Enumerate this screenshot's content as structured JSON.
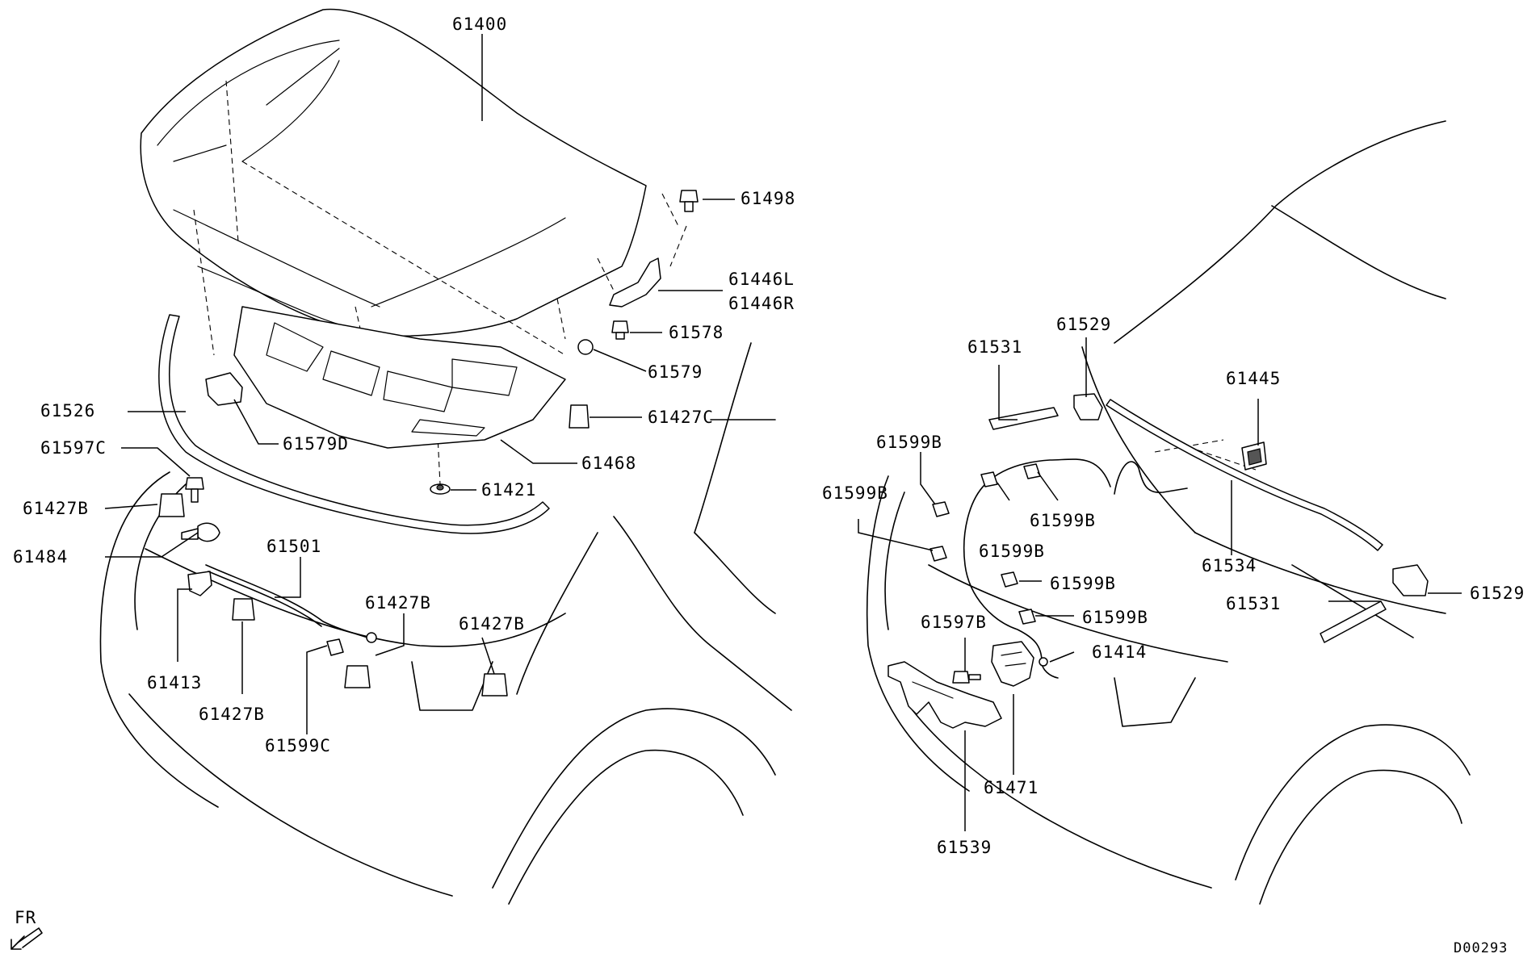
{
  "labels": {
    "p61400": "61400",
    "p61498": "61498",
    "p61446L": "61446L",
    "p61446R": "61446R",
    "p61578": "61578",
    "p61579": "61579",
    "p61427C": "61427C",
    "p61468": "61468",
    "p61421": "61421",
    "p61526": "61526",
    "p61579D": "61579D",
    "p61597C": "61597C",
    "p61427B_a": "61427B",
    "p61484": "61484",
    "p61501": "61501",
    "p61427B_b": "61427B",
    "p61427B_c": "61427B",
    "p61413": "61413",
    "p61427B_d": "61427B",
    "p61599C": "61599C",
    "p61531_a": "61531",
    "p61529_a": "61529",
    "p61445": "61445",
    "p61599B_a": "61599B",
    "p61599B_b": "61599B",
    "p61599B_c": "61599B",
    "p61599B_d": "61599B",
    "p61599B_e": "61599B",
    "p61599B_f": "61599B",
    "p61534": "61534",
    "p61531_b": "61531",
    "p61529_b": "61529",
    "p61597B": "61597B",
    "p61414": "61414",
    "p61471": "61471",
    "p61539": "61539"
  },
  "orientation": {
    "label": "FR",
    "icon": "front-direction-arrow-icon"
  },
  "diagram_code": "D00293"
}
